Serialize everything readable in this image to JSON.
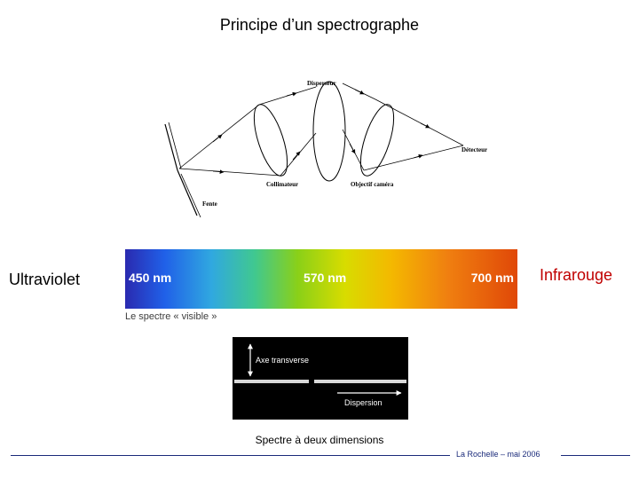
{
  "title": "Principe d’un spectrographe",
  "diagram": {
    "labels": {
      "disperser": "Disperseur",
      "detector": "Détecteur",
      "collimator": "Collimateur",
      "camera_lens": "Objectif caméra",
      "slit": "Fente"
    }
  },
  "spectrum": {
    "left_label": "Ultraviolet",
    "right_label": "Infrarouge",
    "wavelengths": [
      "450 nm",
      "570 nm",
      "700 nm"
    ],
    "caption": "Le spectre « visible »"
  },
  "spectrum_2d": {
    "axis_transverse": "Axe transverse",
    "dispersion": "Dispersion",
    "caption": "Spectre à deux dimensions"
  },
  "footer": "La Rochelle – mai 2006",
  "colors": {
    "infrared_label": "#c00000",
    "footer_rule": "#1a2a7a"
  }
}
